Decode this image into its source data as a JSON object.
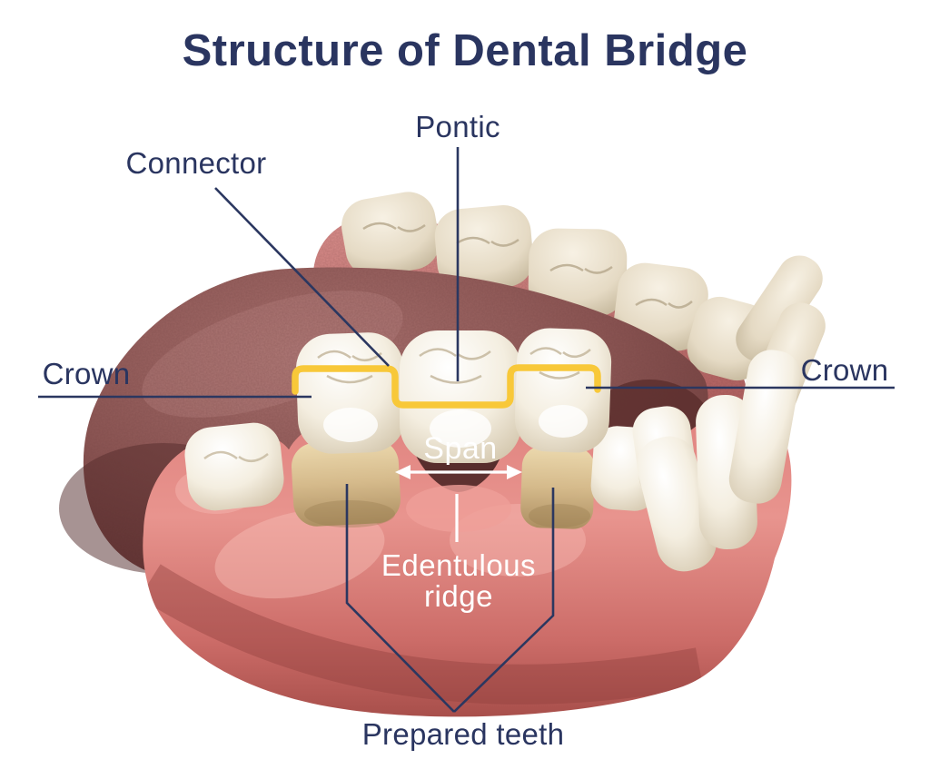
{
  "title": "Structure of Dental Bridge",
  "labels": {
    "pontic": "Pontic",
    "connector": "Connector",
    "crown_left": "Crown",
    "crown_right": "Crown",
    "span": "Span",
    "edentulous_line1": "Edentulous",
    "edentulous_line2": "ridge",
    "prepared_teeth": "Prepared teeth"
  },
  "colors": {
    "label_navy": "#2a3560",
    "leader_line_navy": "#2b3760",
    "connector_yellow": "#f8c839",
    "white_annotation": "#ffffff",
    "gum_pink": "#e18a85",
    "tongue_mauve": "#8d5755",
    "tooth_ivory": "#f4eee0",
    "prepared_tooth_tan": "#d5ba8b",
    "background": "#ffffff"
  }
}
